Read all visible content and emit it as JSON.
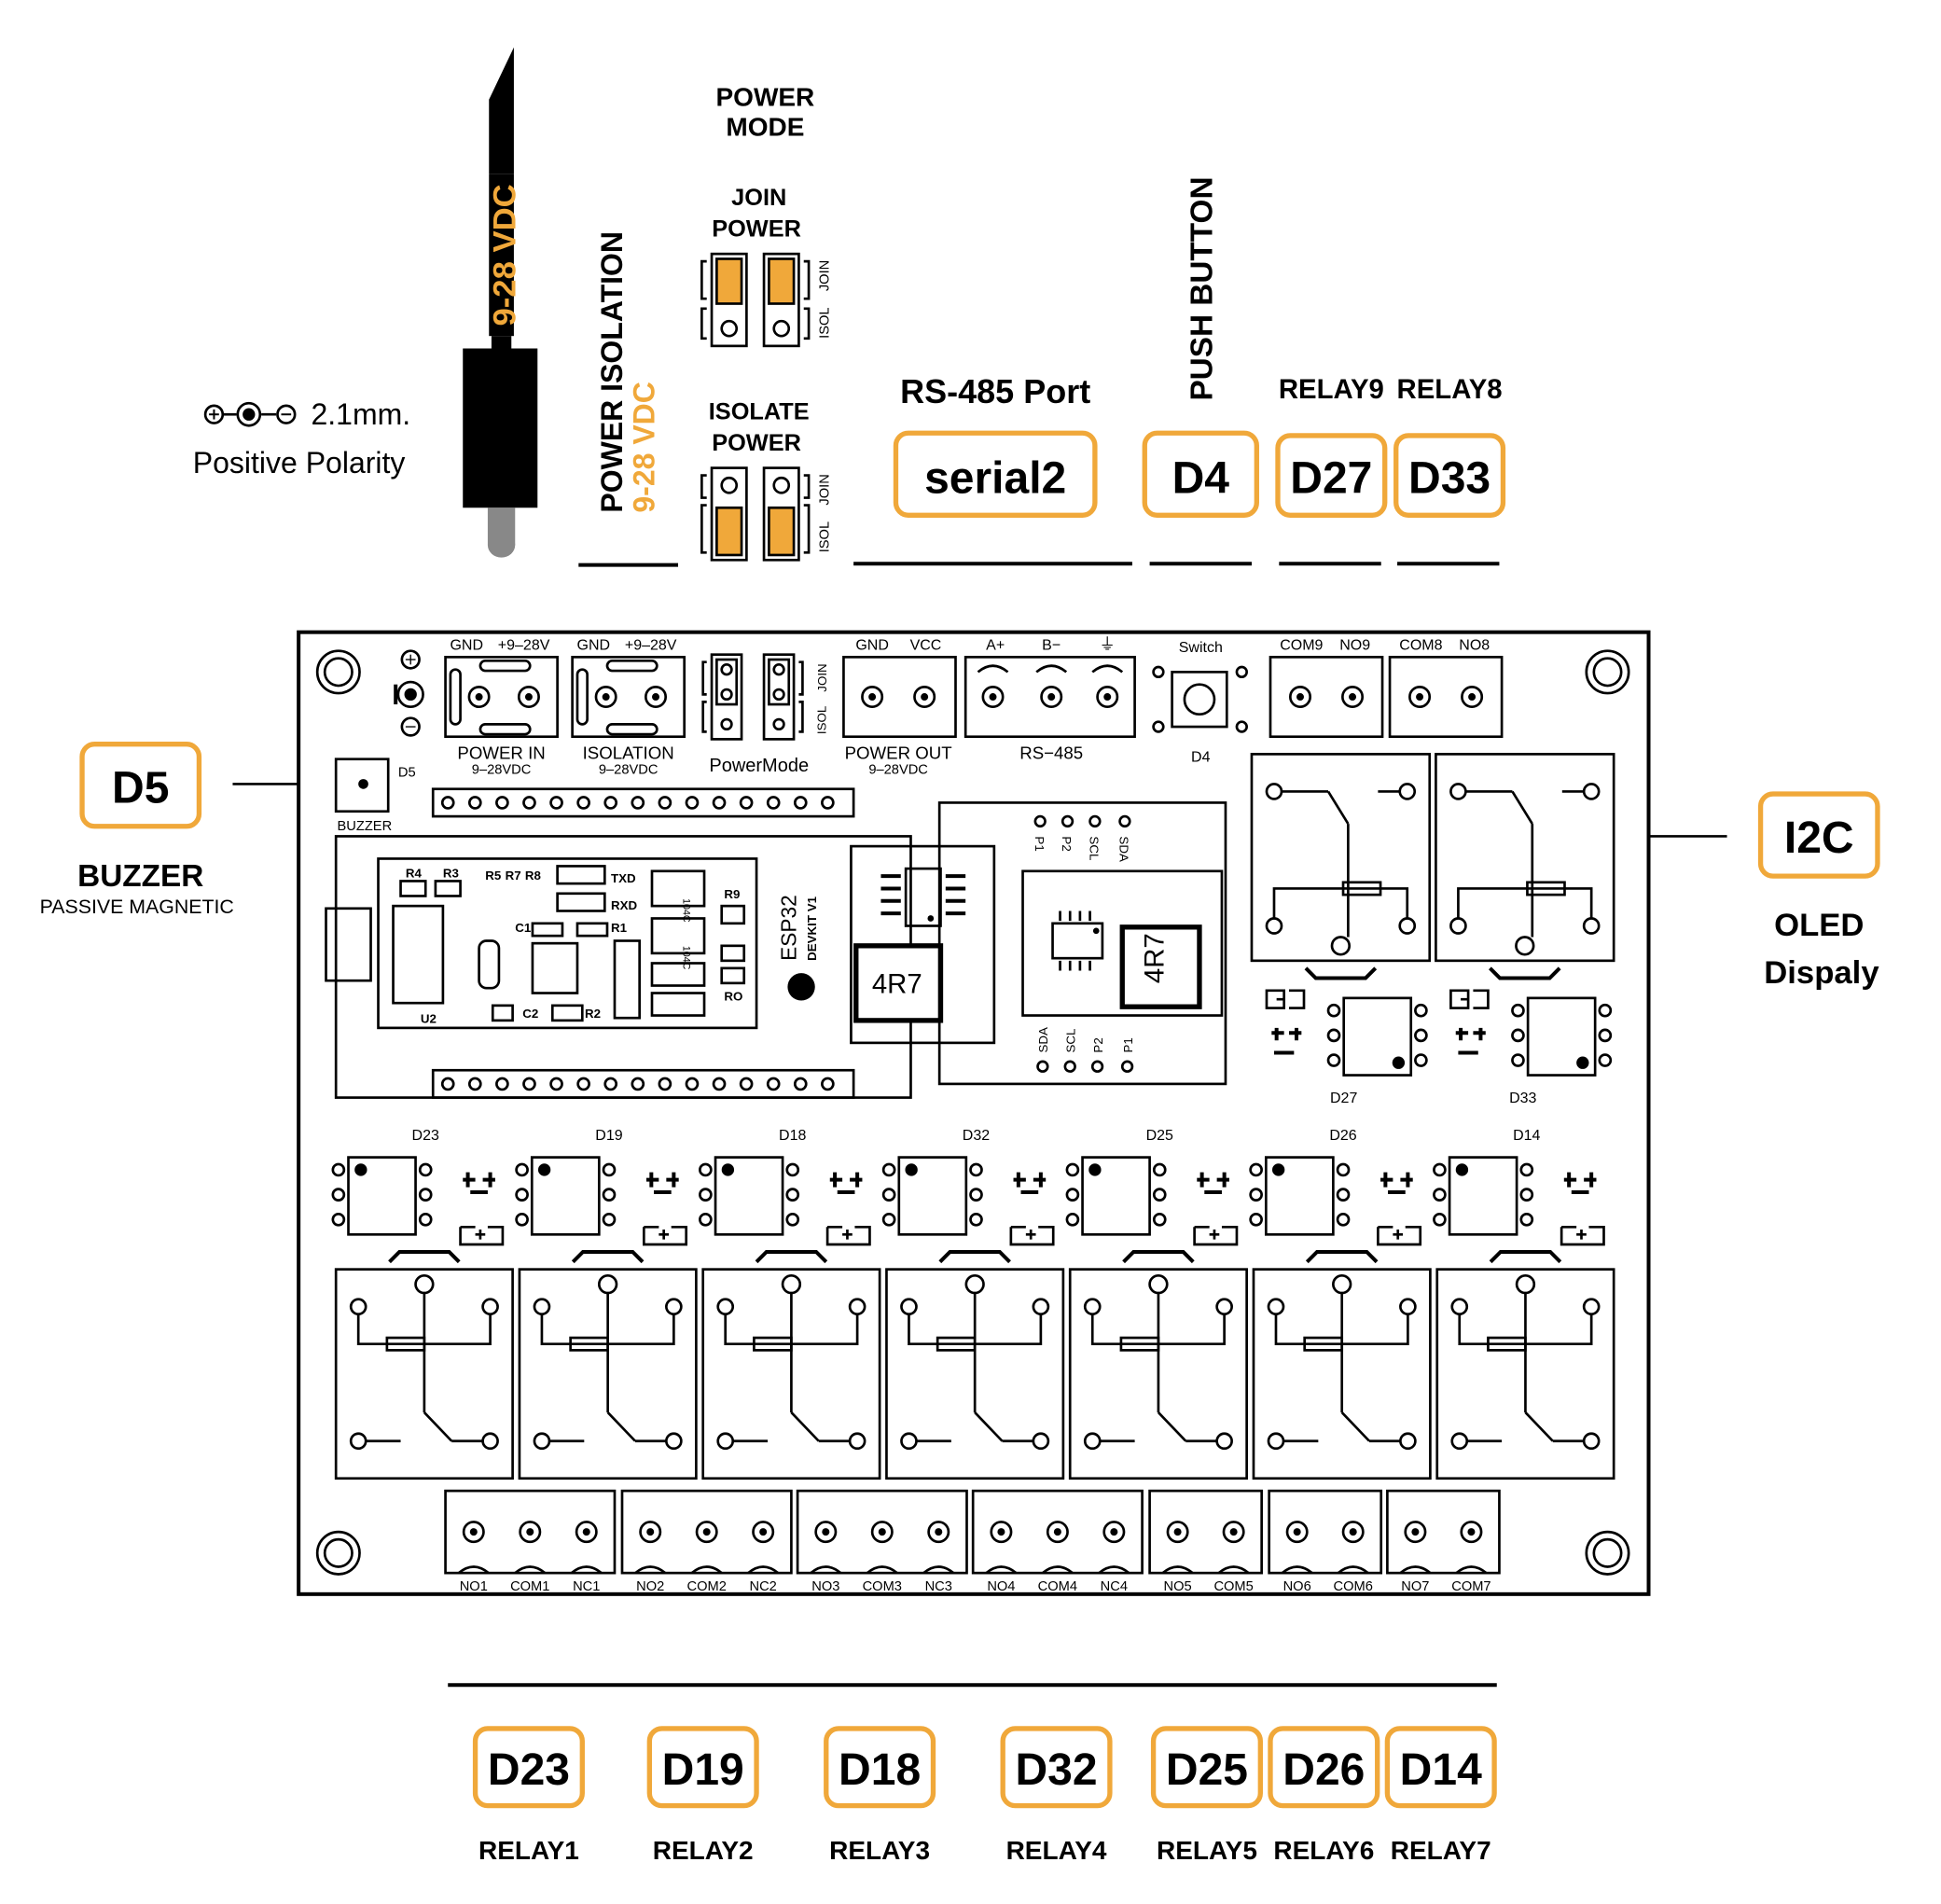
{
  "power": {
    "dc_voltage": "9-28 VDC",
    "jack_size": "2.1mm.",
    "polarity": "Positive Polarity",
    "isolation_title": "POWER ISOLATION",
    "isolation_voltage": "9-28 VDC",
    "mode_title_1": "POWER",
    "mode_title_2": "MODE",
    "join_1": "JOIN",
    "join_2": "POWER",
    "isolate_1": "ISOLATE",
    "isolate_2": "POWER",
    "jumper_join": "JOIN",
    "jumper_isol": "ISOL"
  },
  "top_labels": {
    "rs485_title": "RS-485 Port",
    "rs485_pin": "serial2",
    "push_title": "PUSH BUTTON",
    "push_pin": "D4",
    "relay9": "RELAY9",
    "relay9_pin": "D27",
    "relay8": "RELAY8",
    "relay8_pin": "D33"
  },
  "buzzer": {
    "pin": "D5",
    "title": "BUZZER",
    "subtitle": "PASSIVE MAGNETIC"
  },
  "oled": {
    "pin": "I2C",
    "title_1": "OLED",
    "title_2": "Dispaly"
  },
  "board": {
    "gnd": "GND",
    "v928": "+9‒28V",
    "vcc": "VCC",
    "a_plus": "A+",
    "b_minus": "B−",
    "ground_sym": "⏚",
    "power_in": "POWER IN",
    "power_in_sub": "9‒28VDC",
    "isolation": "ISOLATION",
    "isolation_sub": "9‒28VDC",
    "powermode": "PowerMode",
    "power_out": "POWER OUT",
    "power_out_sub": "9‒28VDC",
    "rs485": "RS−485",
    "switch": "Switch",
    "d4": "D4",
    "com9": "COM9",
    "no9": "NO9",
    "com8": "COM8",
    "no8": "NO8",
    "d5": "D5",
    "buzzer": "BUZZER",
    "d27": "D27",
    "d33": "D33",
    "esp32": "ESP32",
    "devkit": "DEVKIT V1",
    "inductor_1": "4R7",
    "inductor_2": "4R7",
    "sda": "SDA",
    "scl": "SCL",
    "p1": "P1",
    "p2": "P2",
    "ic_104c": "104C",
    "r4": "R4",
    "r3": "R3",
    "r5": "R5",
    "r7": "R7",
    "r8": "R8",
    "txd": "TXD",
    "rxd": "RXD",
    "c1": "C1",
    "r1": "R1",
    "r9": "R9",
    "ro": "RO",
    "c2": "C2",
    "r2": "R2",
    "u2": "U2",
    "relay_pins": [
      "D23",
      "D19",
      "D18",
      "D32",
      "D25",
      "D26",
      "D14"
    ],
    "terminals": [
      [
        "NO1",
        "COM1",
        "NC1"
      ],
      [
        "NO2",
        "COM2",
        "NC2"
      ],
      [
        "NO3",
        "COM3",
        "NC3"
      ],
      [
        "NO4",
        "COM4",
        "NC4"
      ],
      [
        "NO5",
        "COM5"
      ],
      [
        "NO6",
        "COM6"
      ],
      [
        "NO7",
        "COM7"
      ]
    ]
  },
  "bottom": {
    "pins": [
      "D23",
      "D19",
      "D18",
      "D32",
      "D25",
      "D26",
      "D14"
    ],
    "relays": [
      "RELAY1",
      "RELAY2",
      "RELAY3",
      "RELAY4",
      "RELAY5",
      "RELAY6",
      "RELAY7"
    ]
  },
  "colors": {
    "accent": "#f0a83a",
    "line": "#000000"
  }
}
